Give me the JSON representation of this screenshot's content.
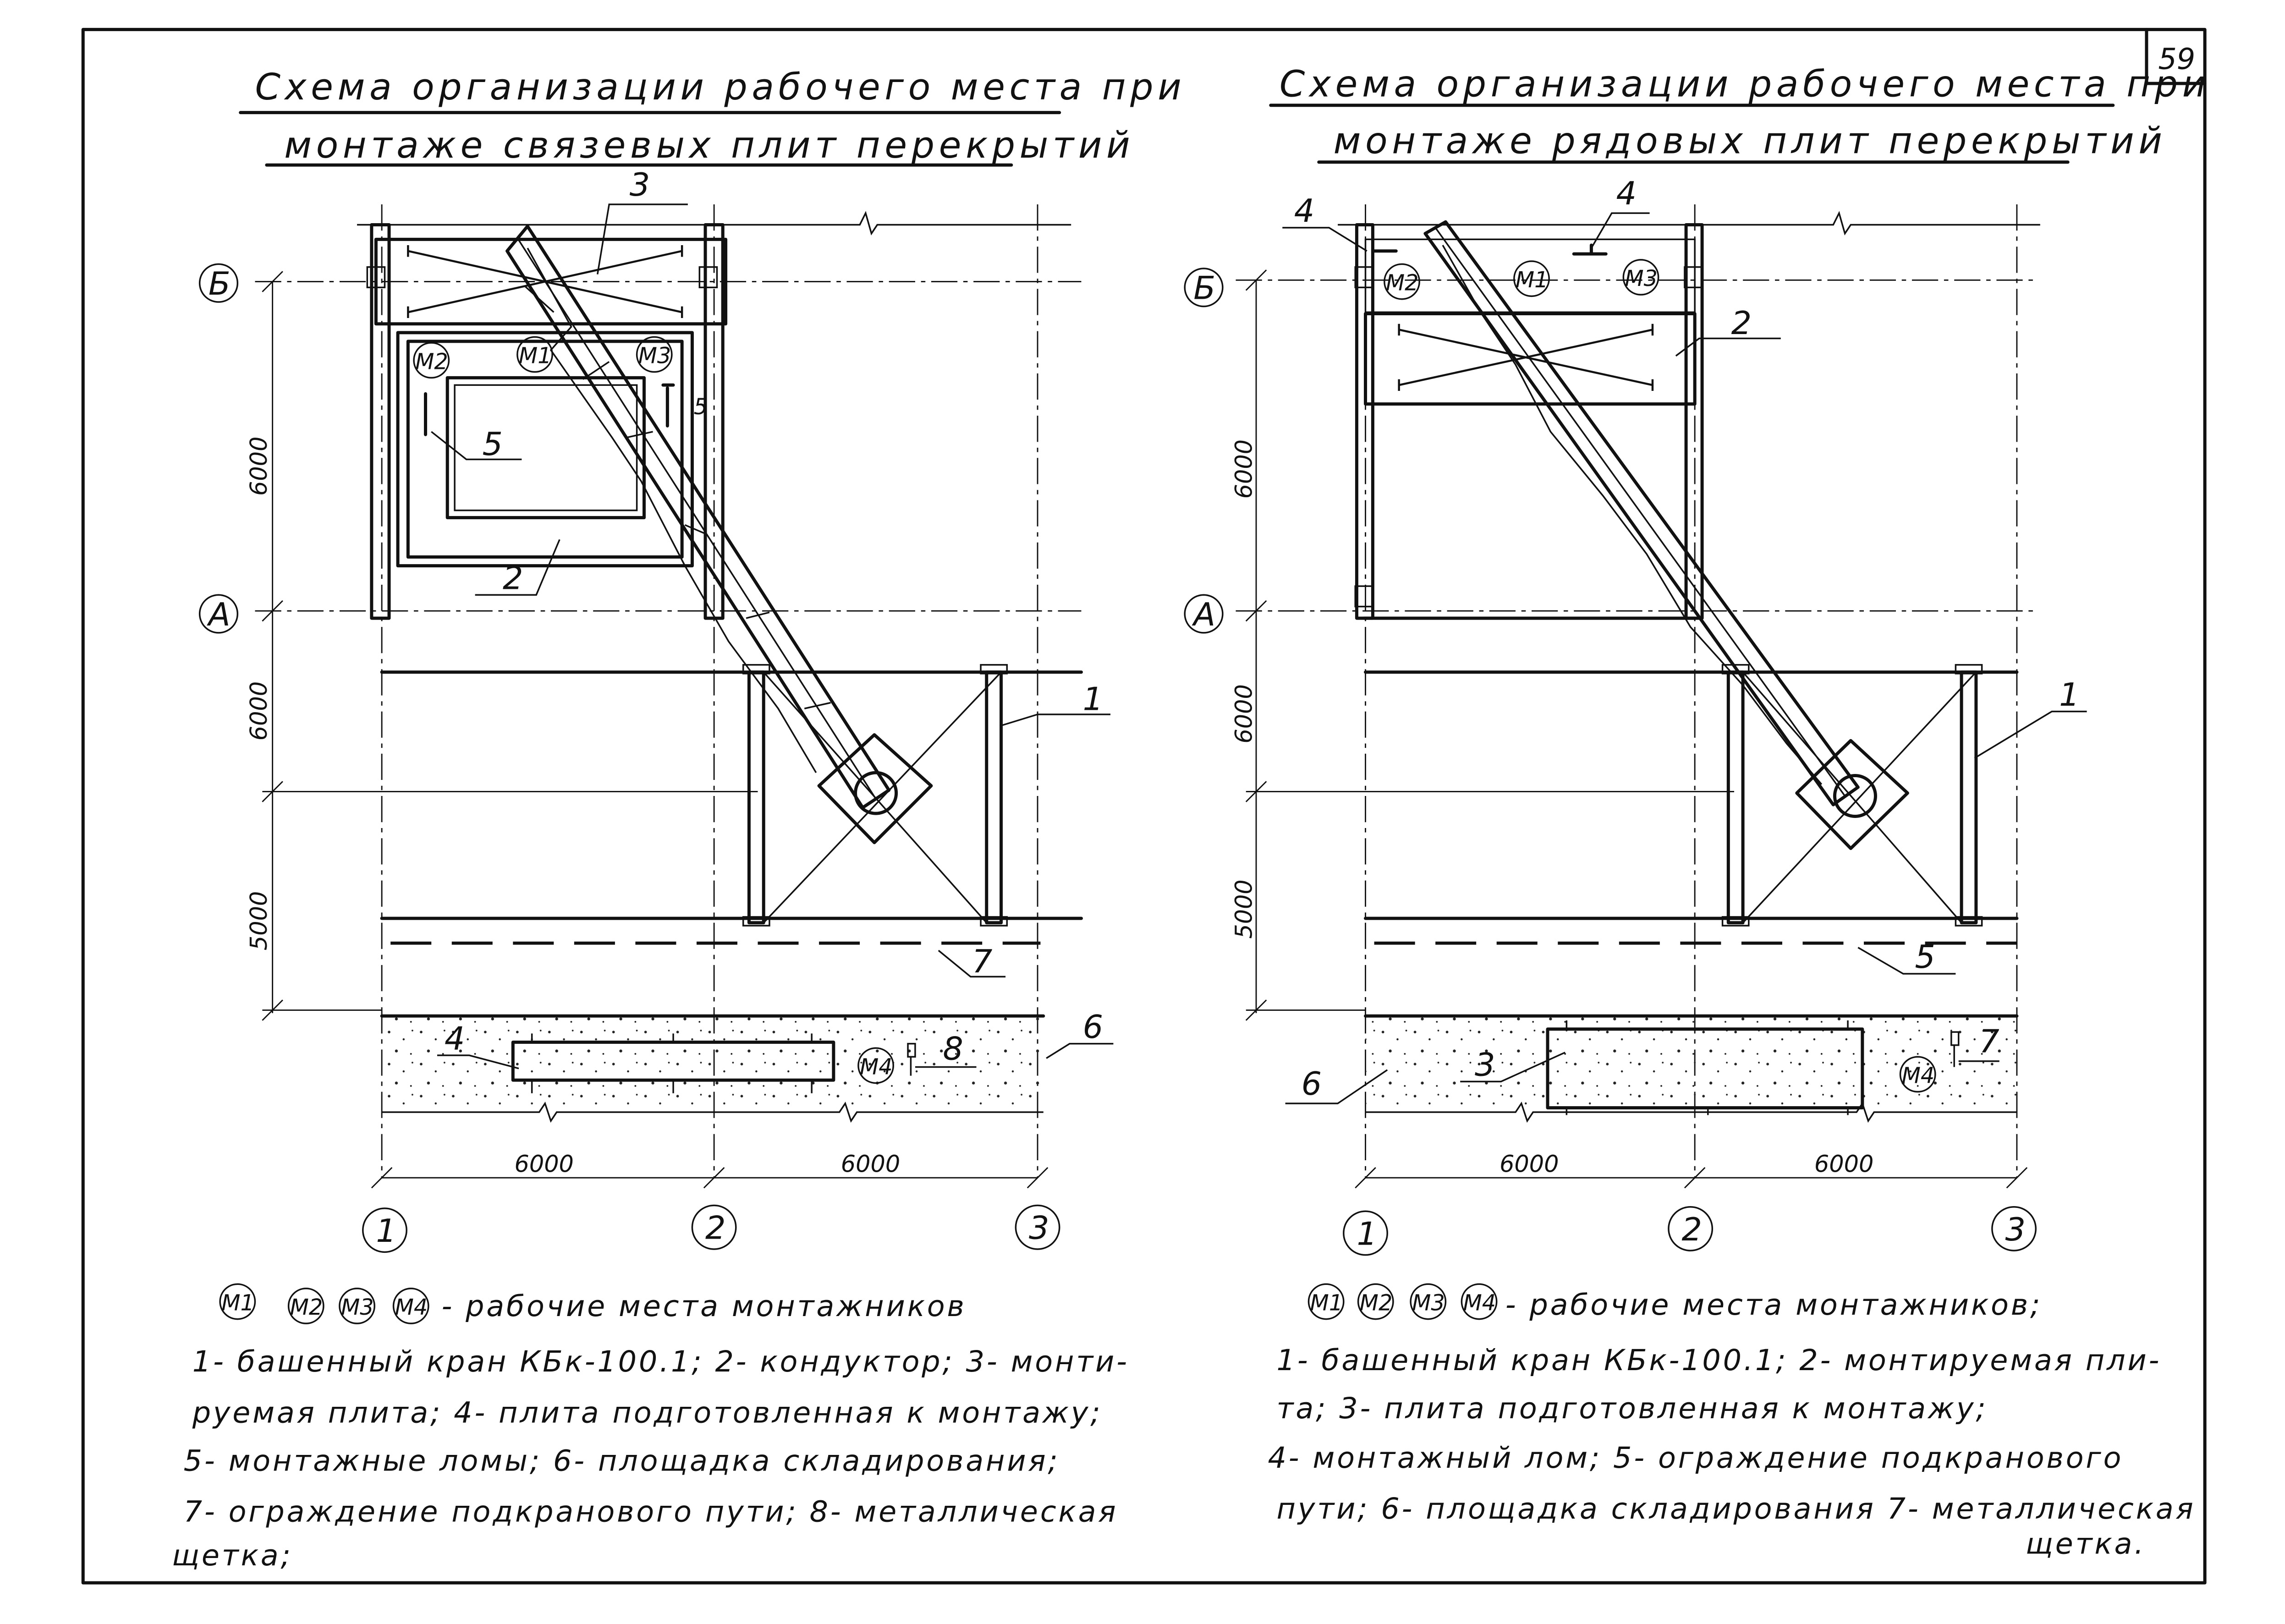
{
  "page_number": "59",
  "left_scheme": {
    "title_line1": "Схема организации рабочего места при",
    "title_line2": "монтаже связевых плит перекрытий",
    "axes": {
      "B": "Б",
      "A": "А",
      "col1": "1",
      "col2": "2",
      "col3": "3"
    },
    "dims": {
      "v1": "6000",
      "v2": "6000",
      "v3": "5000",
      "h1": "6000",
      "h2": "6000"
    },
    "workplaces": {
      "m1": "М1",
      "m2": "М2",
      "m3": "М3",
      "m4": "М4"
    },
    "callouts": {
      "c1": "1",
      "c2": "2",
      "c3": "3",
      "c4": "4",
      "c5": "5",
      "c6": "6",
      "c7": "7",
      "c8": "8"
    },
    "legend": [
      "- рабочие места монтажников",
      "1- башенный кран КБк-100.1; 2- кондуктор; 3- монти-",
      "руемая плита; 4- плита подготовленная к монтажу;",
      "5- монтажные ломы; 6- площадка складирования;",
      "7- ограждение подкранового пути; 8- металлическая",
      "щетка;"
    ]
  },
  "right_scheme": {
    "title_line1": "Схема организации рабочего места при",
    "title_line2": "монтаже рядовых плит перекрытий",
    "axes": {
      "B": "Б",
      "A": "А",
      "col1": "1",
      "col2": "2",
      "col3": "3"
    },
    "dims": {
      "v1": "6000",
      "v2": "6000",
      "v3": "5000",
      "h1": "6000",
      "h2": "6000"
    },
    "workplaces": {
      "m1": "М1",
      "m2": "М2",
      "m3": "М3",
      "m4": "М4"
    },
    "callouts": {
      "c1": "1",
      "c2": "2",
      "c3": "3",
      "c4a": "4",
      "c4b": "4",
      "c5": "5",
      "c6": "6",
      "c7": "7"
    },
    "legend": [
      "- рабочие места монтажников;",
      "1- башенный кран КБк-100.1; 2- монтируемая пли-",
      "та; 3- плита подготовленная к монтажу;",
      "4- монтажный лом; 5- ограждение подкранового",
      "пути; 6- площадка складирования 7- металлическая",
      "щетка."
    ]
  }
}
